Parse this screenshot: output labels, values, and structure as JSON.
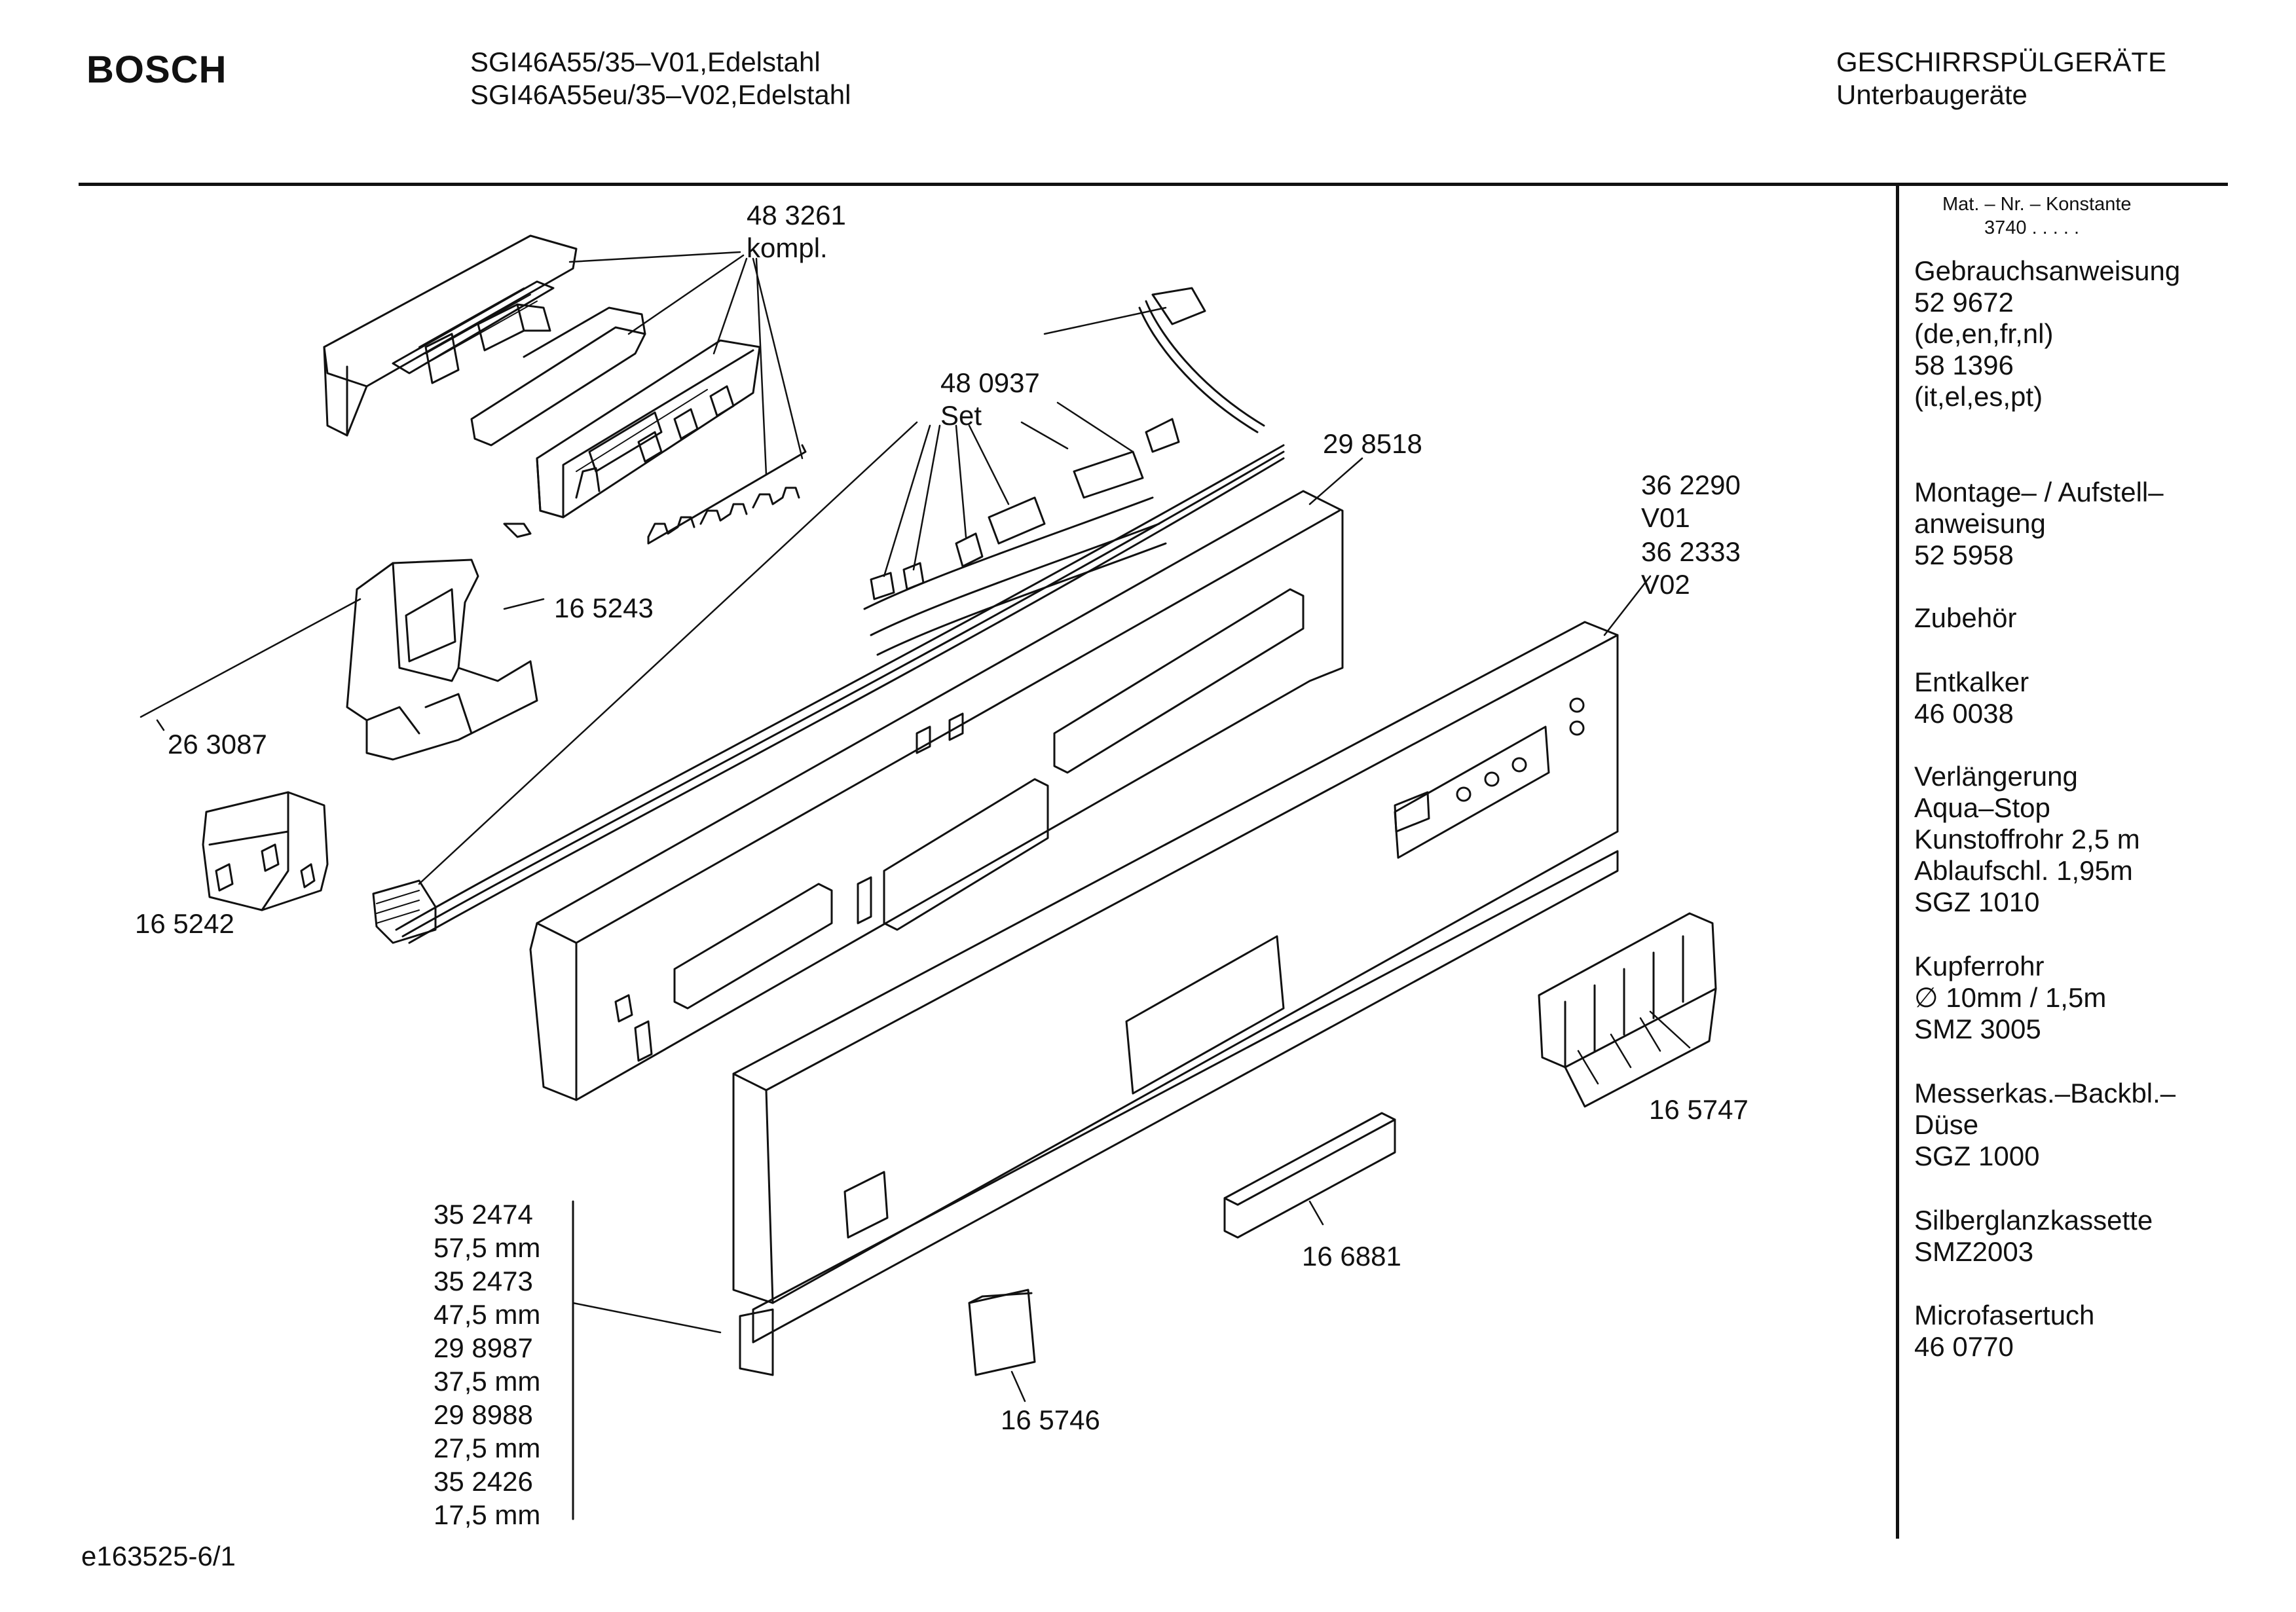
{
  "header": {
    "brand": "BOSCH",
    "model_line_1": "SGI46A55/35–V01,Edelstahl",
    "model_line_2": "SGI46A55eu/35–V02,Edelstahl",
    "category_line_1": "GESCHIRRSPÜLGERÄTE",
    "category_line_2": "Unterbaugeräte"
  },
  "parts": {
    "p483261": "48 3261",
    "p483261_note": "kompl.",
    "p480937": "48 0937",
    "p480937_note": "Set",
    "p298518": "29 8518",
    "p362290": "36 2290",
    "p362290_v": "V01",
    "p362333": "36 2333",
    "p362333_v": "V02",
    "p165243": "16 5243",
    "p263087": "26 3087",
    "p165242": "16 5242",
    "p165747": "16 5747",
    "p166881": "16 6881",
    "p165746": "16 5746"
  },
  "strip_list": [
    "35 2474",
    "57,5 mm",
    "35 2473",
    "47,5 mm",
    "29 8987",
    "37,5 mm",
    "29 8988",
    "27,5 mm",
    "35 2426",
    "17,5 mm"
  ],
  "sidebar": {
    "mat_title": "Mat. – Nr. – Konstante",
    "mat_value": "3740  .  .  .  .  .",
    "blocks": [
      [
        "Gebrauchsanweisung",
        "52 9672",
        "(de,en,fr,nl)",
        "58 1396",
        "(it,el,es,pt)"
      ],
      [
        "Montage– / Aufstell–",
        "anweisung",
        "52 5958"
      ],
      [
        "Zubehör"
      ],
      [
        "Entkalker",
        "46 0038"
      ],
      [
        "Verlängerung",
        "Aqua–Stop",
        "Kunstoffrohr 2,5 m",
        "Ablaufschl. 1,95m",
        "SGZ 1010"
      ],
      [
        "Kupferrohr",
        "∅ 10mm / 1,5m",
        "SMZ 3005"
      ],
      [
        "Messerkas.–Backbl.–",
        "Düse",
        "SGZ 1000"
      ],
      [
        "Silberglanzkassette",
        "SMZ2003"
      ],
      [
        "Microfasertuch",
        "46 0770"
      ]
    ]
  },
  "footer": {
    "drawing_id": "e163525-6/1"
  }
}
